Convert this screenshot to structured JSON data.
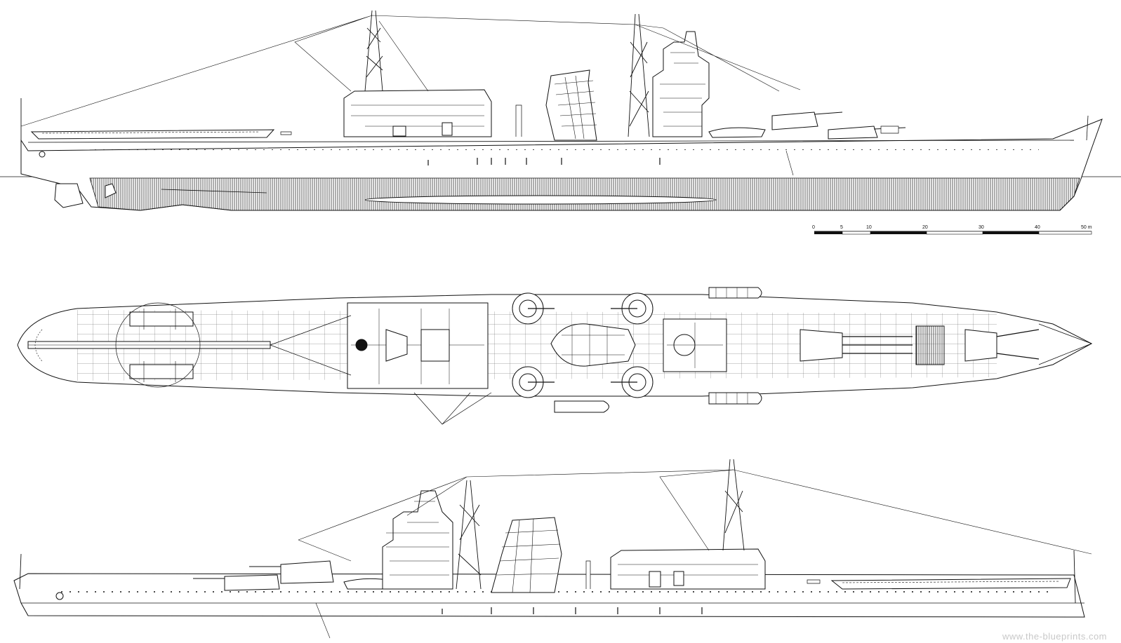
{
  "scale_bar": {
    "labels": [
      "0",
      "5",
      "10",
      "20",
      "30",
      "40",
      "50 m"
    ]
  },
  "watermark": "www.the-blueprints.com",
  "colors": {
    "line": "#111111",
    "hull_hatch": "#333333",
    "background": "#ffffff",
    "watermark": "#c8c8c8"
  }
}
